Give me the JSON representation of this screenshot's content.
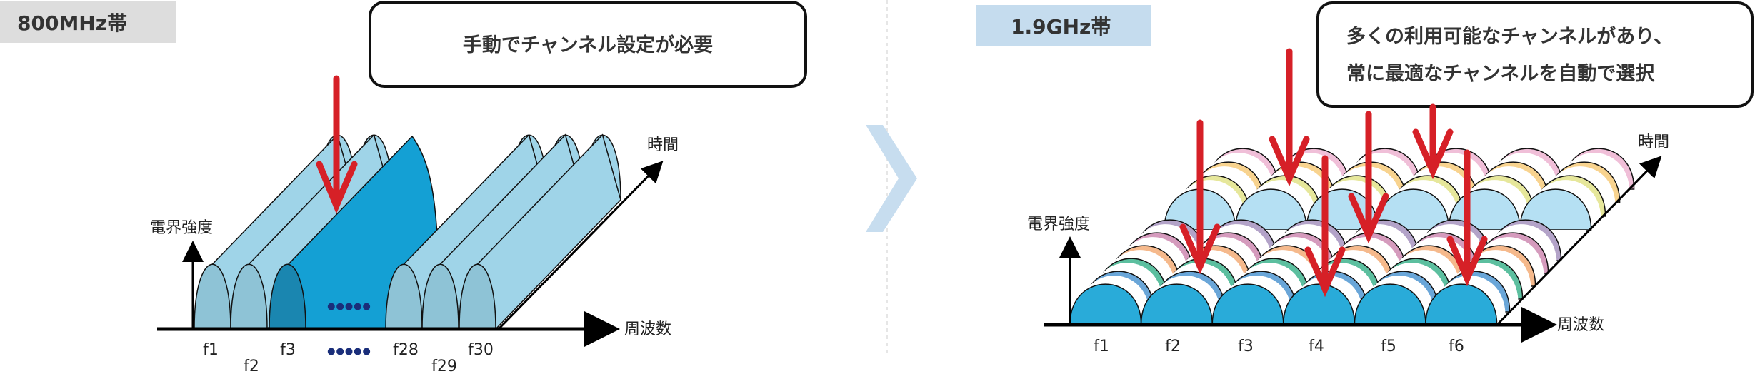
{
  "left": {
    "band_label": "800MHz帯",
    "callout": "手動でチャンネル設定が必要",
    "y_axis_label": "電界強度",
    "x_axis_label": "周波数",
    "time_axis_label": "時間",
    "channels": [
      "f1",
      "f2",
      "f3",
      "f28",
      "f29",
      "f30"
    ],
    "ellipsis": "●●●●●"
  },
  "right": {
    "band_label": "1.9GHz帯",
    "callout_line1": "多くの利用可能なチャンネルがあり、",
    "callout_line2": "常に最適なチャンネルを自動で選択",
    "y_axis_label": "電界強度",
    "x_axis_label": "周波数",
    "time_axis_label": "時間",
    "channels": [
      "f1",
      "f2",
      "f3",
      "f4",
      "f5",
      "f6"
    ]
  },
  "colors": {
    "arrow_red": "#d62027",
    "front_layers": [
      "#b3a3c8",
      "#d59bbd",
      "#f5b98c",
      "#5cbf9f",
      "#6aa6d8",
      "#29abd9"
    ],
    "back_layers": [
      "#f0bfd8",
      "#f8d38f",
      "#e6e79b",
      "#b5e0f3"
    ]
  }
}
